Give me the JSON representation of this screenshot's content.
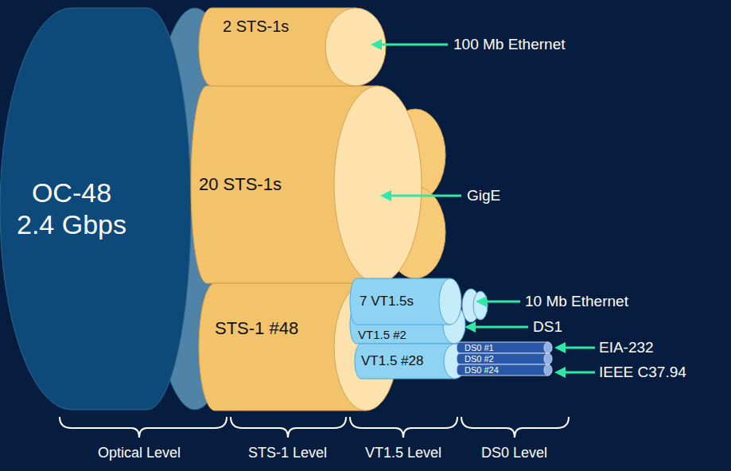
{
  "diagram": {
    "nodes": [
      {
        "text": [
          "OC-48 2.4 Gbps"
        ]
      },
      {
        "text": [
          "2 STS-1s"
        ]
      },
      {
        "text": [
          "20 STS-1s"
        ]
      },
      {
        "text": [
          "STS-1 #48"
        ]
      },
      {
        "text": [
          "7 VT1.5s"
        ]
      },
      {
        "text": [
          "VT1.5 #2"
        ]
      },
      {
        "text": [
          "VT1.5 #28"
        ]
      },
      {
        "text": [
          "DS0 #1"
        ]
      },
      {
        "text": [
          "DS0 #2"
        ]
      },
      {
        "text": [
          "DS0 #24"
        ]
      }
    ],
    "labels": [
      "100 Mb Ethernet",
      "GigE",
      "10 Mb Ethernet",
      "DS1",
      "EIA-232",
      "IEEE C37.94",
      "Optical Level",
      "STS-1 Level",
      "VT1.5 Level",
      "DS0 Level"
    ]
  }
}
